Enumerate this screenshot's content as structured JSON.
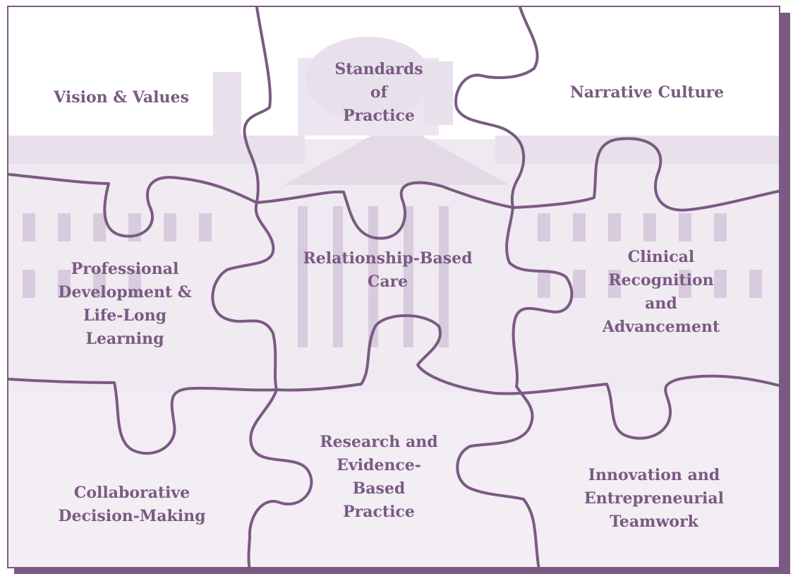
{
  "colors": {
    "accent": "#7a5a82",
    "background_tint": "#e3d9e6"
  },
  "pieces": [
    {
      "id": "vision-values",
      "lines": [
        "Vision & Values"
      ]
    },
    {
      "id": "standards-of-practice",
      "lines": [
        "Standards",
        "of",
        "Practice"
      ]
    },
    {
      "id": "narrative-culture",
      "lines": [
        "Narrative Culture"
      ]
    },
    {
      "id": "professional-development",
      "lines": [
        "Professional",
        "Development &",
        "Life-Long",
        "Learning"
      ]
    },
    {
      "id": "relationship-based-care",
      "lines": [
        "Relationship-Based",
        "Care"
      ]
    },
    {
      "id": "clinical-recognition",
      "lines": [
        "Clinical",
        "Recognition",
        "and",
        "Advancement"
      ]
    },
    {
      "id": "collaborative-decision-making",
      "lines": [
        "Collaborative",
        "Decision-Making"
      ]
    },
    {
      "id": "research-evidence-based-practice",
      "lines": [
        "Research and",
        "Evidence-",
        "Based",
        "Practice"
      ]
    },
    {
      "id": "innovation-entrepreneurial-teamwork",
      "lines": [
        "Innovation and",
        "Entrepreneurial",
        "Teamwork"
      ]
    }
  ]
}
